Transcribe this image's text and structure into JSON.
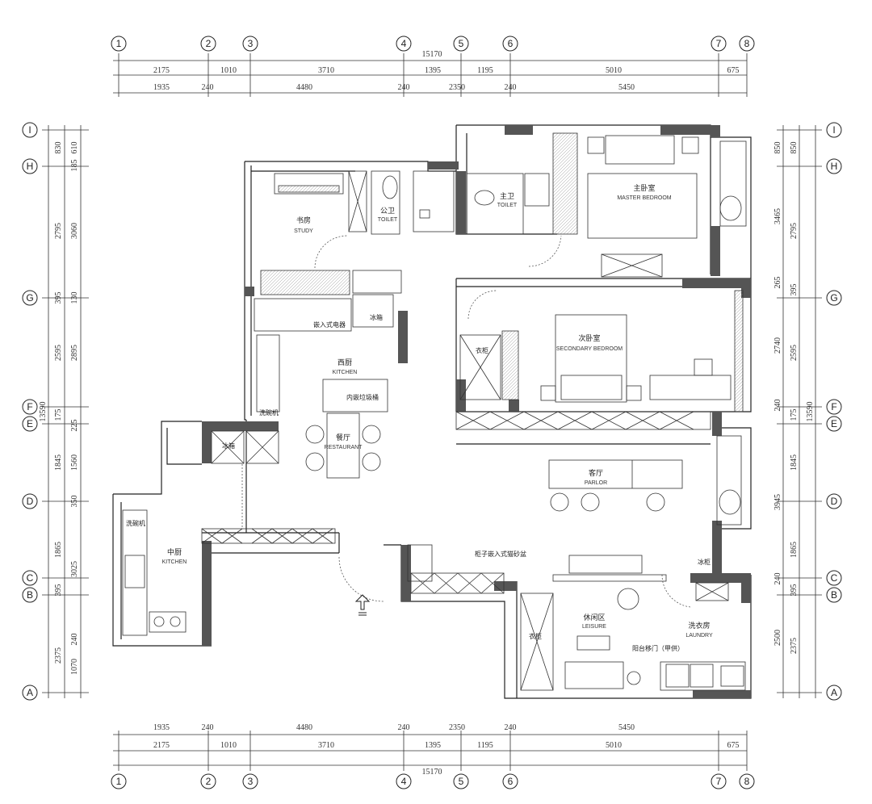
{
  "dims": {
    "total": "15170",
    "row1": [
      "2175",
      "1010",
      "3710",
      "1395",
      "1195",
      "5010",
      "675"
    ],
    "row2": [
      "1935",
      "240",
      "4480",
      "240",
      "2350",
      "240",
      "5450"
    ],
    "left_outer": "13590",
    "left_mid": [
      "830",
      "2795",
      "395",
      "2595",
      "175",
      "1845",
      "1865",
      "395",
      "2375"
    ],
    "left_inner": [
      "610",
      "185",
      "3060",
      "130",
      "2895",
      "225",
      "1560",
      "350",
      "3025",
      "240",
      "1070"
    ],
    "right_outer": "13590",
    "right_inner": [
      "850",
      "3465",
      "265",
      "2740",
      "240",
      "3945",
      "240",
      "2500"
    ],
    "right_mid": [
      "850",
      "2795",
      "395",
      "2595",
      "175",
      "1845",
      "1865",
      "395",
      "2375"
    ]
  },
  "grid_cols": [
    "1",
    "2",
    "3",
    "4",
    "5",
    "6",
    "7",
    "8"
  ],
  "grid_rows": [
    "I",
    "H",
    "G",
    "F",
    "E",
    "D",
    "C",
    "B",
    "A"
  ],
  "rooms": {
    "study": {
      "zh": "书房",
      "en": "STUDY"
    },
    "public_toilet": {
      "zh": "公卫",
      "en": "TOILET"
    },
    "master_toilet": {
      "zh": "主卫",
      "en": "TOILET"
    },
    "master_bedroom": {
      "zh": "主卧室",
      "en": "MASTER BEDROOM"
    },
    "secondary_bedroom": {
      "zh": "次卧室",
      "en": "SECONDARY BEDROOM"
    },
    "western_kitchen": {
      "zh": "西厨",
      "en": "KITCHEN"
    },
    "restaurant": {
      "zh": "餐厅",
      "en": "RESTAURANT"
    },
    "chinese_kitchen": {
      "zh": "中厨",
      "en": "KITCHEN"
    },
    "parlor": {
      "zh": "客厅",
      "en": "PARLOR"
    },
    "leisure": {
      "zh": "休闲区",
      "en": "LEISURE"
    },
    "laundry": {
      "zh": "洗衣房",
      "en": "LAUNDRY"
    }
  },
  "labels": {
    "built_in_appliance": "嵌入式电器",
    "fridge": "冰箱",
    "fridge2": "冰箱",
    "fridge3": "冰柜",
    "island_bin": "内嵌垃圾桶",
    "dishwasher": "洗碗机",
    "dishwasher2": "洗碗机",
    "wardrobe1": "衣柜",
    "wardrobe2": "衣柜",
    "cabinet_note": "柜子嵌入式猫砂盆",
    "balcony_door": "阳台移门（甲供）"
  }
}
